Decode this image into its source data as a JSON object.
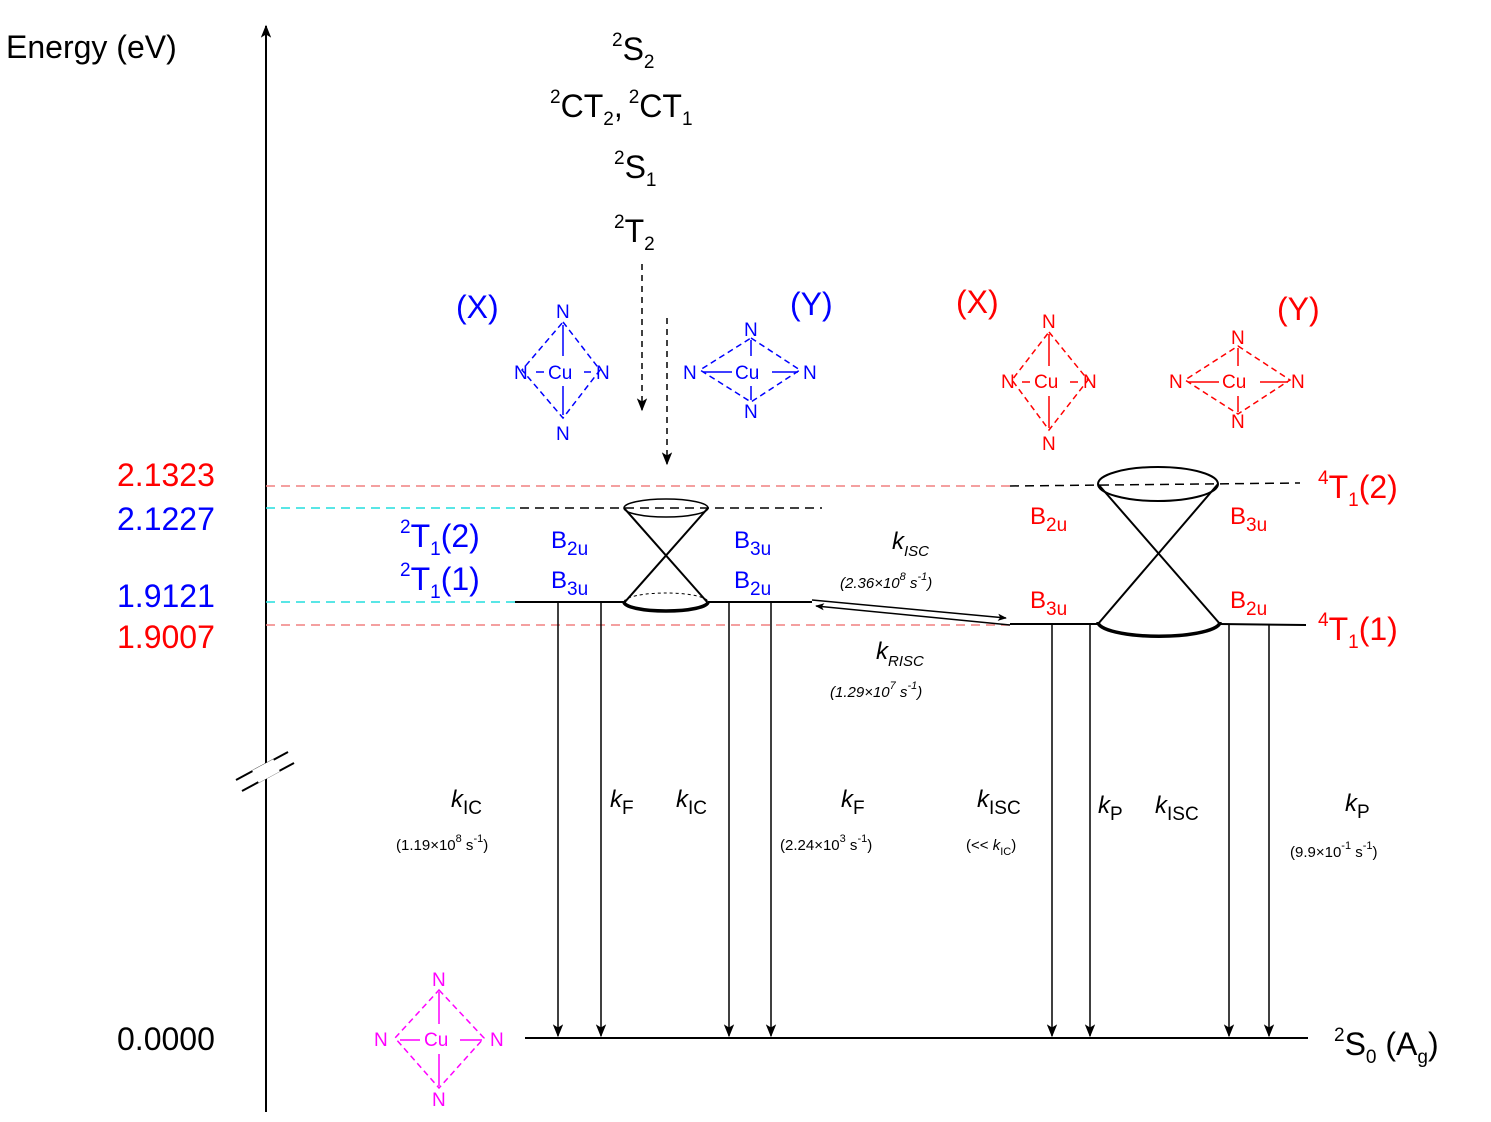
{
  "axis": {
    "label": "Energy (eV)"
  },
  "colors": {
    "black": "#000000",
    "doublet": "#0000ff",
    "quartet": "#ff0000",
    "ground": "#ff00ff",
    "doublet_guide": "#22dddd",
    "quartet_guide": "#f08080"
  },
  "energies": {
    "q_upper": "2.1323",
    "d_upper": "2.1227",
    "d_lower": "1.9121",
    "q_lower": "1.9007",
    "ground": "0.0000"
  },
  "higher_states": {
    "s2": {
      "sup": "2",
      "main": "S",
      "sub": "2"
    },
    "ct": {
      "sup1": "2",
      "main1": "CT",
      "sub1": "2",
      "sep": ",",
      "sup2": "2",
      "main2": "CT",
      "sub2": "1"
    },
    "s1": {
      "sup": "2",
      "main": "S",
      "sub": "1"
    },
    "t2": {
      "sup": "2",
      "main": "T",
      "sub": "2"
    }
  },
  "doublet": {
    "x_label": "(X)",
    "y_label": "(Y)",
    "t1_2": {
      "sup": "2",
      "main": "T",
      "sub": "1",
      "suffix": "(2)"
    },
    "t1_1": {
      "sup": "2",
      "main": "T",
      "sub": "1",
      "suffix": "(1)"
    },
    "left_upper_sym": {
      "main": "B",
      "sub": "2u"
    },
    "left_lower_sym": {
      "main": "B",
      "sub": "3u"
    },
    "right_upper_sym": {
      "main": "B",
      "sub": "3u"
    },
    "right_lower_sym": {
      "main": "B",
      "sub": "2u"
    }
  },
  "quartet": {
    "x_label": "(X)",
    "y_label": "(Y)",
    "t1_2": {
      "sup": "4",
      "main": "T",
      "sub": "1",
      "suffix": "(2)"
    },
    "t1_1": {
      "sup": "4",
      "main": "T",
      "sub": "1",
      "suffix": "(1)"
    },
    "left_upper_sym": {
      "main": "B",
      "sub": "2u"
    },
    "left_lower_sym": {
      "main": "B",
      "sub": "3u"
    },
    "right_upper_sym": {
      "main": "B",
      "sub": "3u"
    },
    "right_lower_sym": {
      "main": "B",
      "sub": "2u"
    }
  },
  "ground_state": {
    "sup": "2",
    "main": "S",
    "sub": "0",
    "sym_open": " (A",
    "sym_sub": "g",
    "sym_close": ")"
  },
  "molecule": {
    "metal": "Cu",
    "ligand": "N"
  },
  "rates": {
    "isc_top": {
      "k": "k",
      "sub": "ISC",
      "value": "(2.36×10",
      "exp": "8",
      "unit": " s",
      "unit_exp": "-1",
      "close": ")"
    },
    "risc": {
      "k": "k",
      "sub": "RISC",
      "value": "(1.29×10",
      "exp": "7",
      "unit": " s",
      "unit_exp": "-1",
      "close": ")"
    },
    "ic_left": {
      "k": "k",
      "sub": "IC",
      "value": "(1.19×10",
      "exp": "8",
      "unit": " s",
      "unit_exp": "-1",
      "close": ")"
    },
    "f_left": {
      "k": "k",
      "sub": "F"
    },
    "ic_mid": {
      "k": "k",
      "sub": "IC"
    },
    "f_mid": {
      "k": "k",
      "sub": "F",
      "value": "(2.24×10",
      "exp": "3",
      "unit": " s",
      "unit_exp": "-1",
      "close": ")"
    },
    "isc_bottom": {
      "k": "k",
      "sub": "ISC",
      "value": "(<< ",
      "vk": "k",
      "vsub": "IC",
      "close": ")"
    },
    "p_left": {
      "k": "k",
      "sub": "P"
    },
    "isc_bottom2": {
      "k": "k",
      "sub": "ISC"
    },
    "p_right": {
      "k": "k",
      "sub": "P",
      "value": "(9.9×10",
      "exp": "-1",
      "unit": " s",
      "unit_exp": "-1",
      "close": ")"
    }
  }
}
